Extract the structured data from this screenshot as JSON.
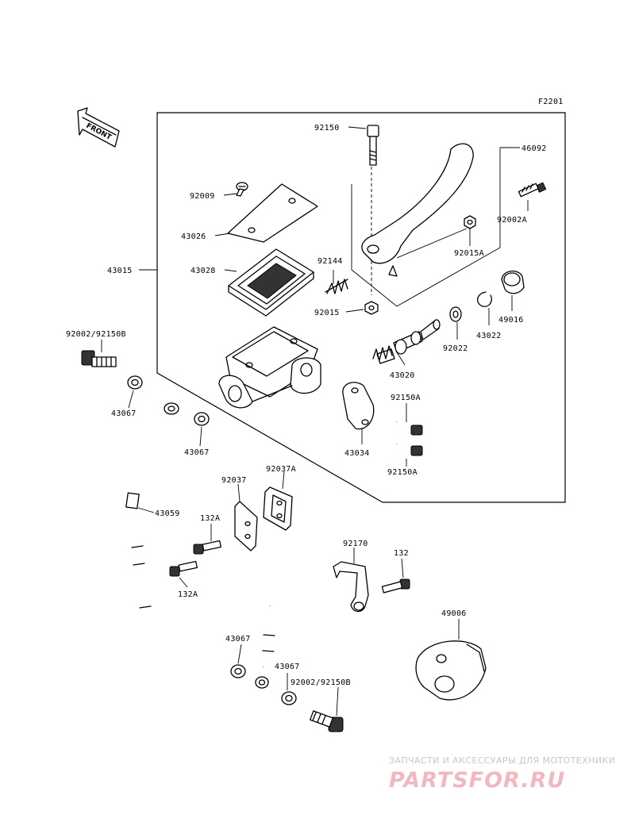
{
  "figure_code": "F2201",
  "front_marker": "FRONT",
  "labels": {
    "p92150": "92150",
    "p46092": "46092",
    "p92009": "92009",
    "p92002A": "92002A",
    "p43026": "43026",
    "p92015A": "92015A",
    "p43015": "43015",
    "p43028": "43028",
    "p92144": "92144",
    "p49016": "49016",
    "p92015": "92015",
    "p43022": "43022",
    "p92022": "92022",
    "p92002_92150B_top": "92002/92150B",
    "p43020": "43020",
    "p92150A_top": "92150A",
    "p43067_a": "43067",
    "p43067_b": "43067",
    "p43034": "43034",
    "p92150A_bottom": "92150A",
    "p92037A": "92037A",
    "p92037": "92037",
    "p43059": "43059",
    "p132A_top": "132A",
    "p132A_bottom": "132A",
    "p92170": "92170",
    "p132": "132",
    "p49006": "49006",
    "p43067_c": "43067",
    "p43067_d": "43067",
    "p92002_92150B_bottom": "92002/92150B"
  },
  "watermark": {
    "tagline": "ЗАПЧАСТИ И АКСЕССУАРЫ ДЛЯ МОТОТЕХНИКИ",
    "brand": "PARTSFOR.RU"
  }
}
